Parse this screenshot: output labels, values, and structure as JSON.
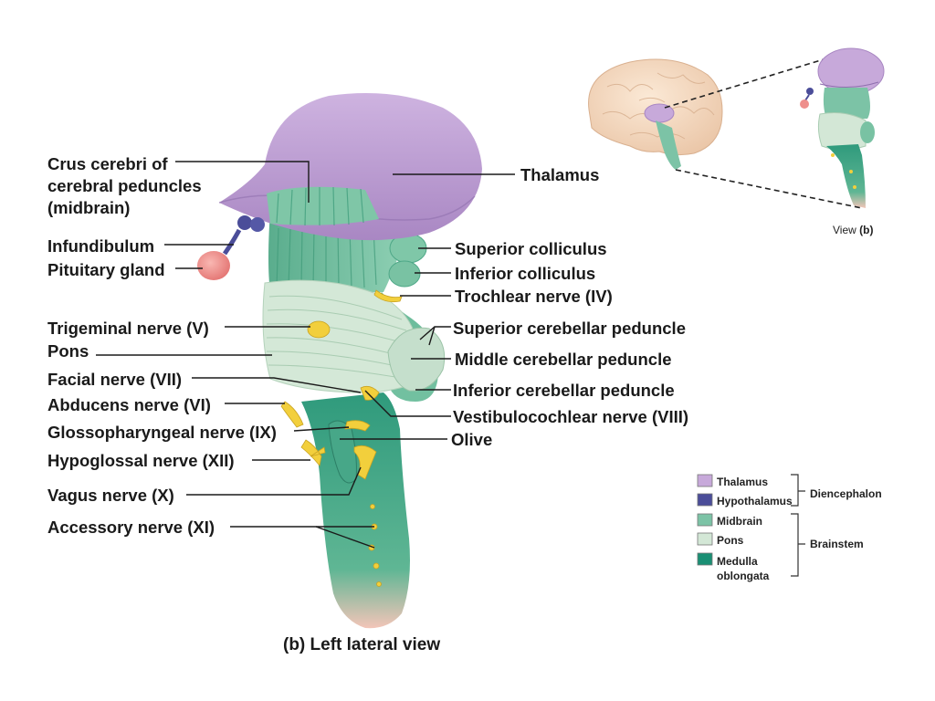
{
  "labels_left": {
    "crus_line1": "Crus cerebri of",
    "crus_line2": "cerebral peduncles",
    "crus_line3": "(midbrain)",
    "infundibulum": "Infundibulum",
    "pituitary": "Pituitary gland",
    "trigeminal": "Trigeminal nerve (V)",
    "pons": "Pons",
    "facial": "Facial nerve (VII)",
    "abducens": "Abducens nerve (VI)",
    "glosso": "Glossopharyngeal nerve (IX)",
    "hypoglossal": "Hypoglossal nerve (XII)",
    "vagus": "Vagus nerve (X)",
    "accessory": "Accessory nerve (XI)"
  },
  "labels_right": {
    "thalamus": "Thalamus",
    "sup_colliculus": "Superior colliculus",
    "inf_colliculus": "Inferior colliculus",
    "trochlear": "Trochlear nerve (IV)",
    "sup_cer_ped": "Superior cerebellar peduncle",
    "mid_cer_ped": "Middle cerebellar peduncle",
    "inf_cer_ped": "Inferior cerebellar peduncle",
    "vestibulo": "Vestibulocochlear nerve (VIII)",
    "olive": "Olive"
  },
  "caption": "(b) Left lateral view",
  "inset_label": {
    "prefix": "View ",
    "bold": "(b)"
  },
  "legend": {
    "items": [
      {
        "name": "Thalamus",
        "color": "#c7a9da"
      },
      {
        "name": "Hypothalamus",
        "color": "#4b4d99"
      },
      {
        "name": "Midbrain",
        "color": "#7cc3a6"
      },
      {
        "name": "Pons",
        "color": "#d3e7d6"
      },
      {
        "name": "Medulla",
        "name2": "oblongata",
        "color": "#1a8f74"
      }
    ],
    "groups": {
      "diencephalon": "Diencephalon",
      "brainstem": "Brainstem"
    }
  },
  "colors": {
    "thalamus": "#c7a9da",
    "thalamus_dark": "#a886c2",
    "hypothalamus": "#4b4d99",
    "midbrain": "#7cc3a6",
    "midbrain_dark": "#4fa888",
    "pons": "#d3e7d6",
    "medulla": "#2f9a7c",
    "nerve": "#f2cf3c",
    "pituitary": "#ee8f8c",
    "cord_tip": "#f3c5b8",
    "cerebrum": "#f4dcc4"
  }
}
